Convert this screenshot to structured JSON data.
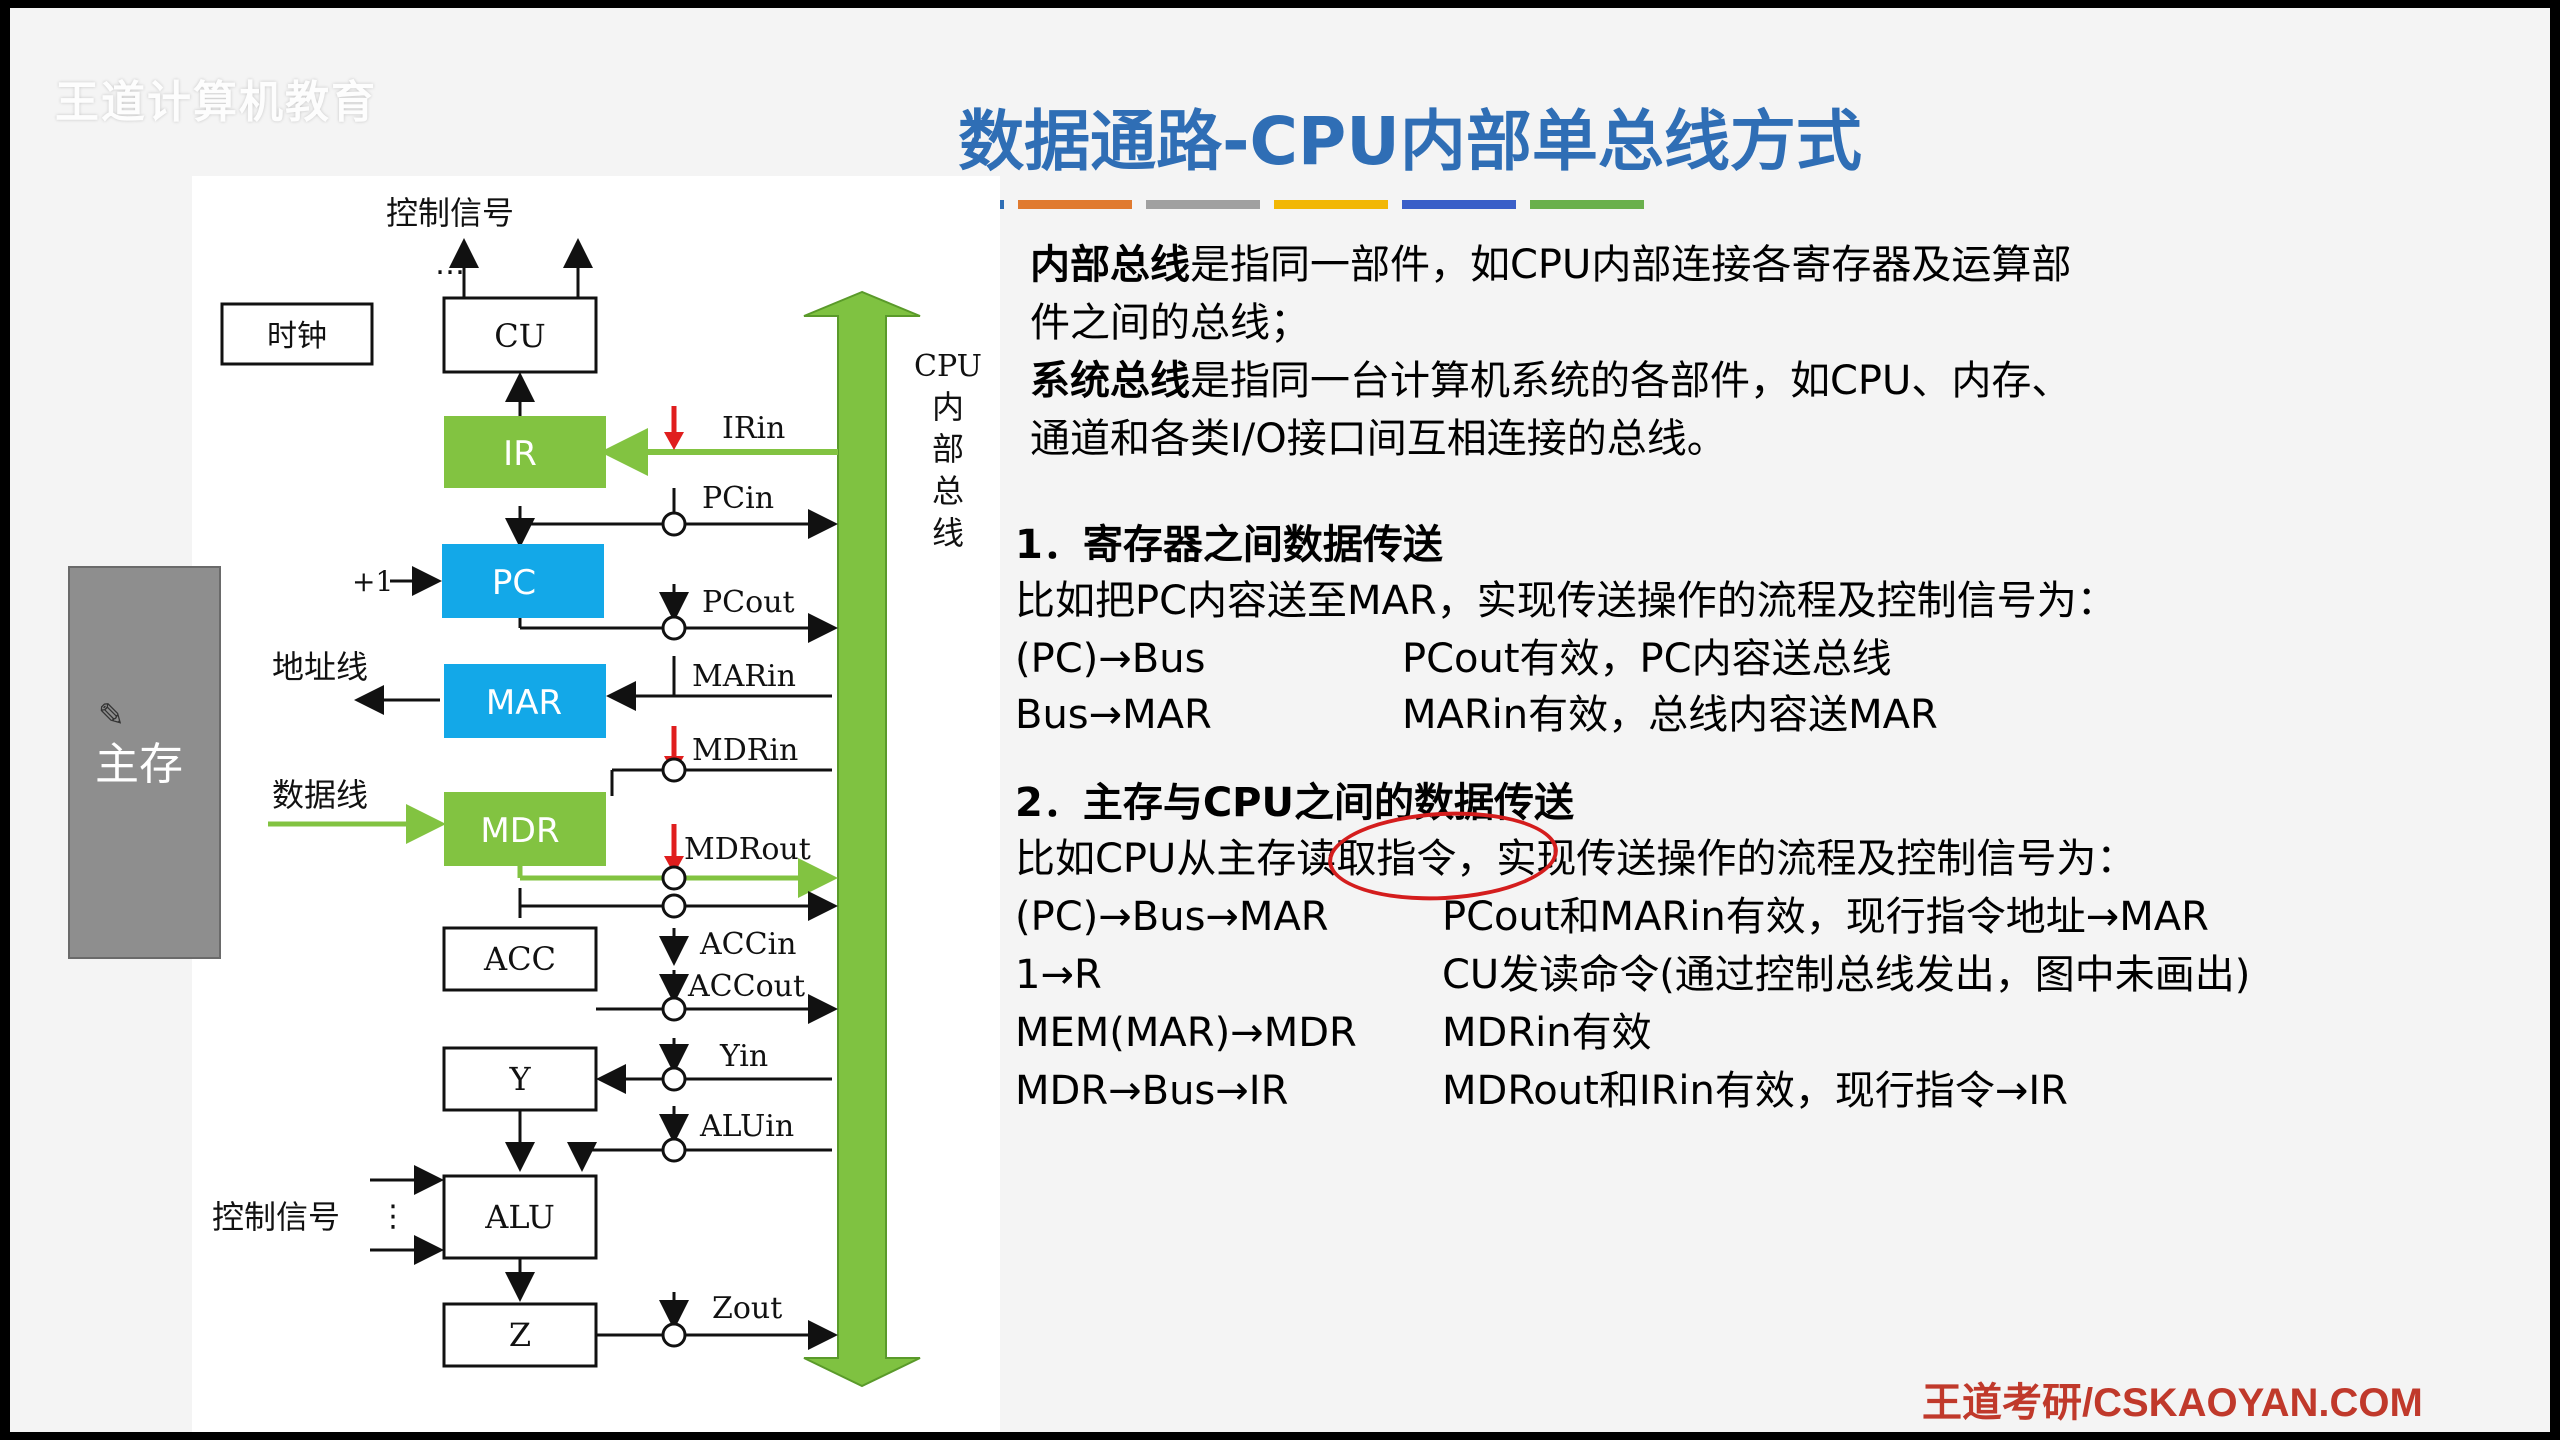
{
  "watermark": "王道计算机教育",
  "title": "数据通路-CPU内部单总线方式",
  "accent_bars": [
    "#2f6eb5",
    "#e07a2f",
    "#a0a0a0",
    "#f2b705",
    "#3a5fc8",
    "#6ab04c"
  ],
  "diagram": {
    "control_signals_top": "控制信号",
    "dots_top": "…",
    "clock": "时钟",
    "cu": "CU",
    "ir": "IR",
    "pc": "PC",
    "mar": "MAR",
    "mdr": "MDR",
    "acc": "ACC",
    "y": "Y",
    "alu": "ALU",
    "z": "Z",
    "plus_one": "+1",
    "address_line": "地址线",
    "data_line": "数据线",
    "control_signals_left": "控制信号",
    "main_memory": "主存",
    "bus_label": [
      "CPU",
      "内",
      "部",
      "总",
      "线"
    ],
    "signals": {
      "irin": "IRin",
      "pcin": "PCin",
      "pcout": "PCout",
      "marin": "MARin",
      "mdrin": "MDRin",
      "mdrout": "MDRout",
      "accin": "ACCin",
      "accout": "ACCout",
      "yin": "Yin",
      "aluin": "ALUin",
      "zout": "Zout"
    },
    "colors": {
      "green": "#82c341",
      "blue": "#13a8e8",
      "bus": "#7fc241",
      "red_arrow": "#e01e1e"
    }
  },
  "text": {
    "p1_bold": "内部总线",
    "p1_rest1": "是指同一部件，如CPU内部连接各寄存器及运算部",
    "p1_rest2": "件之间的总线；",
    "p2_bold": "系统总线",
    "p2_rest1": "是指同一台计算机系统的各部件，如CPU、内存、",
    "p2_rest2": "通道和各类I/O接口间互相连接的总线。",
    "s1_heading": "1．寄存器之间数据传送",
    "s1_intro": "比如把PC内容送至MAR，实现传送操作的流程及控制信号为：",
    "s1_rows": [
      {
        "op": "(PC)→Bus",
        "desc": "PCout有效，PC内容送总线"
      },
      {
        "op": "Bus→MAR",
        "desc": "MARin有效，总线内容送MAR"
      }
    ],
    "s2_heading": "2．主存与CPU之间的数据传送",
    "s2_intro_a": "比如CPU从主存",
    "s2_intro_b": "读取指令",
    "s2_intro_c": "，实现传送操作的流程及控制信号为：",
    "s2_rows": [
      {
        "op": "(PC)→Bus→MAR",
        "desc": "PCout和MARin有效，现行指令地址→MAR"
      },
      {
        "op": "1→R",
        "desc": "CU发读命令(通过控制总线发出，图中未画出)"
      },
      {
        "op": "MEM(MAR)→MDR",
        "desc": "MDRin有效"
      },
      {
        "op": "MDR→Bus→IR",
        "desc": "MDRout和IRin有效，现行指令→IR"
      }
    ]
  },
  "footer": "王道考研/CSKAOYAN.COM"
}
